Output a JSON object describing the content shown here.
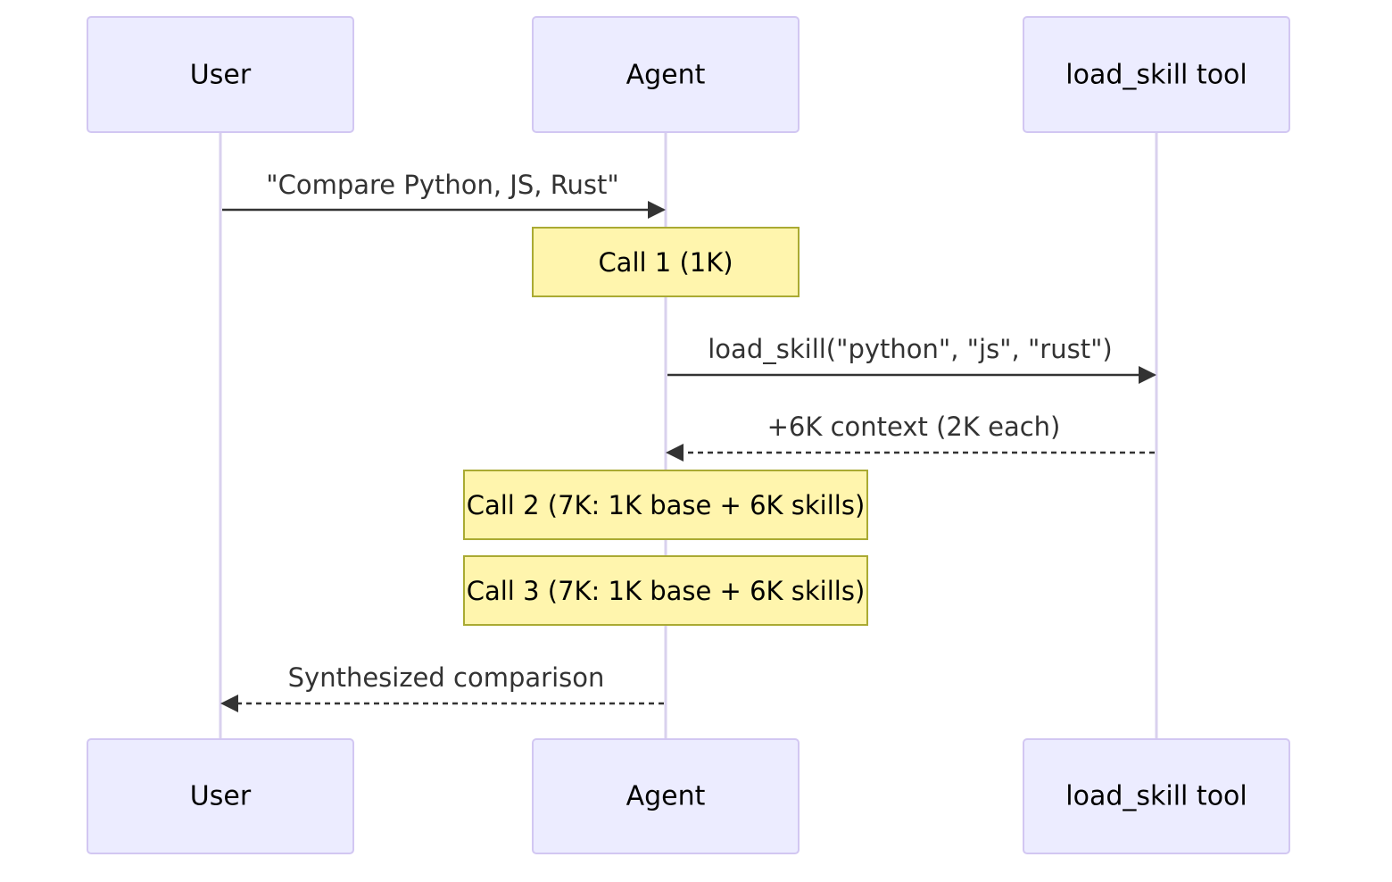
{
  "participants": [
    {
      "id": "user",
      "label": "User"
    },
    {
      "id": "agent",
      "label": "Agent"
    },
    {
      "id": "tool",
      "label": "load_skill tool"
    }
  ],
  "messages": [
    {
      "from": "user",
      "to": "agent",
      "label": "\"Compare Python, JS, Rust\"",
      "style": "solid"
    },
    {
      "from": "agent",
      "to": "tool",
      "label": "load_skill(\"python\", \"js\", \"rust\")",
      "style": "solid"
    },
    {
      "from": "tool",
      "to": "agent",
      "label": "+6K context (2K each)",
      "style": "dashed"
    },
    {
      "from": "agent",
      "to": "user",
      "label": "Synthesized comparison",
      "style": "dashed"
    }
  ],
  "notes": [
    {
      "over": "agent",
      "text": "Call 1 (1K)"
    },
    {
      "over": "agent",
      "text": "Call 2 (7K: 1K base + 6K skills)"
    },
    {
      "over": "agent",
      "text": "Call 3 (7K: 1K base + 6K skills)"
    }
  ]
}
